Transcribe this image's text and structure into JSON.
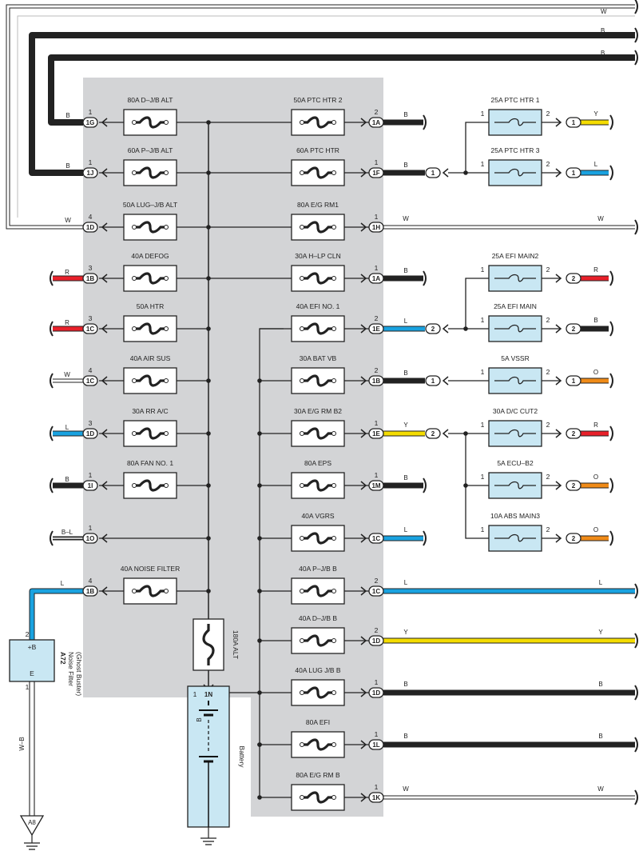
{
  "colors": {
    "B": "#111111",
    "W": "#ffffff",
    "R": "#e8202a",
    "L": "#19a2e0",
    "Y": "#f4dc00",
    "O": "#f08b18",
    "BL": "#111111",
    "WB": "#ffffff",
    "block": "#d3d4d6",
    "fuse_fill": "#c9e7f3",
    "ground": "#333333"
  },
  "top_wires": [
    "W",
    "B",
    "B"
  ],
  "left_fuses": [
    {
      "name": "80A D–J/B ALT",
      "pin": "1",
      "conn": "1G",
      "wire": "B"
    },
    {
      "name": "60A P–J/B ALT",
      "pin": "1",
      "conn": "1J",
      "wire": "B"
    },
    {
      "name": "50A LUG–J/B ALT",
      "pin": "4",
      "conn": "1D",
      "wire": "W"
    },
    {
      "name": "40A DEFOG",
      "pin": "3",
      "conn": "1B",
      "wire": "R"
    },
    {
      "name": "50A HTR",
      "pin": "3",
      "conn": "1C",
      "wire": "R"
    },
    {
      "name": "40A AIR SUS",
      "pin": "4",
      "conn": "1C",
      "wire": "W"
    },
    {
      "name": "30A RR A/C",
      "pin": "3",
      "conn": "1D",
      "wire": "L"
    },
    {
      "name": "80A FAN NO. 1",
      "pin": "1",
      "conn": "1I",
      "wire": "B"
    },
    {
      "name": "",
      "pin": "1",
      "conn": "1O",
      "wire": "B–L"
    },
    {
      "name": "40A NOISE FILTER",
      "pin": "4",
      "conn": "1B",
      "wire": "L"
    }
  ],
  "right_fuses": [
    {
      "name": "50A PTC HTR 2",
      "pin": "2",
      "conn": "1A",
      "wire": "B"
    },
    {
      "name": "60A PTC HTR",
      "pin": "1",
      "conn": "1F",
      "wire": "B"
    },
    {
      "name": "80A E/G RM1",
      "pin": "1",
      "conn": "1H",
      "wire": "W"
    },
    {
      "name": "30A H–LP CLN",
      "pin": "1",
      "conn": "1A",
      "wire": "B"
    },
    {
      "name": "40A EFI NO. 1",
      "pin": "2",
      "conn": "1E",
      "wire": "L"
    },
    {
      "name": "30A BAT VB",
      "pin": "2",
      "conn": "1B",
      "wire": "B"
    },
    {
      "name": "30A E/G RM B2",
      "pin": "1",
      "conn": "1E",
      "wire": "Y"
    },
    {
      "name": "80A EPS",
      "pin": "1",
      "conn": "1M",
      "wire": "B"
    },
    {
      "name": "40A VGRS",
      "pin": "",
      "conn": "1C",
      "wire": "L"
    },
    {
      "name": "40A P–J/B B",
      "pin": "2",
      "conn": "1C",
      "wire": "L"
    },
    {
      "name": "40A D–J/B B",
      "pin": "2",
      "conn": "1D",
      "wire": "Y"
    },
    {
      "name": "40A LUG J/B B",
      "pin": "1",
      "conn": "1D",
      "wire": "B"
    },
    {
      "name": "80A EFI",
      "pin": "1",
      "conn": "1L",
      "wire": "B"
    },
    {
      "name": "80A E/G RM B",
      "pin": "1",
      "conn": "1K",
      "wire": "W"
    }
  ],
  "far_fuses": [
    {
      "name": "25A PTC HTR 1",
      "pin_in": "1",
      "pin_out": "2",
      "conn": "1",
      "wire": "Y"
    },
    {
      "name": "25A PTC HTR 3",
      "pin_in": "1",
      "pin_out": "2",
      "conn": "1",
      "wire": "L"
    },
    {
      "name": "25A EFI MAIN2",
      "pin_in": "1",
      "pin_out": "2",
      "conn": "2",
      "wire": "R"
    },
    {
      "name": "25A EFI MAIN",
      "pin_in": "1",
      "pin_out": "2",
      "conn": "2",
      "wire": "B"
    },
    {
      "name": "5A VSSR",
      "pin_in": "1",
      "pin_out": "2",
      "conn": "1",
      "wire": "O"
    },
    {
      "name": "30A D/C CUT2",
      "pin_in": "1",
      "pin_out": "2",
      "conn": "2",
      "wire": "R"
    },
    {
      "name": "5A ECU–B2",
      "pin_in": "1",
      "pin_out": "2",
      "conn": "2",
      "wire": "O"
    },
    {
      "name": "10A ABS MAIN3",
      "pin_in": "1",
      "pin_out": "2",
      "conn": "2",
      "wire": "O"
    }
  ],
  "mid_connectors": {
    "ptc": "1",
    "efi": "2",
    "vb": "1",
    "rmb2": "2"
  },
  "alt_fuse": {
    "name": "180A ALT"
  },
  "main_conn": {
    "pin": "1",
    "conn": "1N",
    "wire": "B"
  },
  "battery": {
    "label": "Battery"
  },
  "noise_filter": {
    "code": "A72",
    "name": "Noise Filter",
    "sub": "(Ghost Buster)",
    "plus": "+B",
    "ground": "E",
    "pin_top": "2",
    "pin_bottom": "1"
  },
  "ground_wire": "W–B",
  "ground_label": "A8"
}
